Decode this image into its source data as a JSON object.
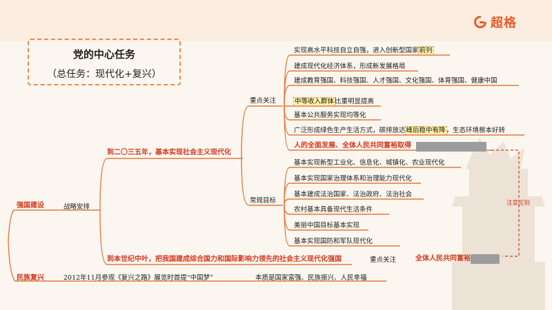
{
  "brand": {
    "name": "超格",
    "color": "#e85b28"
  },
  "title": {
    "main": "党的中心任务",
    "sub": "（总任务：现代化+复兴）"
  },
  "root": {
    "qiangguo": "强国建设",
    "zhanlue": "战略安排",
    "minzu": "民族复兴"
  },
  "branch_2035": {
    "label": "到二〇三五年，基本实现社会主义现代化",
    "focus_label": "重点关注",
    "focus_items": [
      {
        "pre": "实现高水平科技自立自强，进入创新型国家",
        "hl": "前列",
        "post": ""
      },
      {
        "pre": "建成现代化经济体系，形成新发展格局",
        "hl": "",
        "post": ""
      },
      {
        "pre": "建成教育强国、科技强国、人才强国、文化强国、体育强国、健康中国",
        "hl": "",
        "post": ""
      },
      {
        "pre": "",
        "hl": "中等收入群体",
        "post": "比重明显提高"
      },
      {
        "pre": "基本公共服务实现均等化",
        "hl": "",
        "post": ""
      },
      {
        "pre": "广泛形成绿色生产生活方式，碳排放达",
        "hl": "峰后稳中有降",
        "post": "，生态环境根本好转"
      }
    ],
    "focus_red": "人的全面发展、全体人民共同富裕取得",
    "regular_label": "常规目标",
    "regular_items": [
      "基本实现新型工业化、信息化、城镇化、农业现代化",
      "基本实现国家治理体系和治理能力现代化",
      "基本建成法治国家、法治政府、法治社会",
      "农村基本具备现代生活条件",
      "美丽中国目标基本实现",
      "基本实现国防和军队现代化"
    ]
  },
  "branch_century": {
    "label": "到本世纪中叶，把我国建成综合国力和国际影响力领先的社会主义现代化强国",
    "focus_label": "重点关注",
    "focus_red": "全体人民共同富裕"
  },
  "note": "注意区别",
  "fuxing": {
    "event": "2012年11月参观《复兴之路》展览时首提“中国梦”",
    "essence": "本质是国家富强、民族振兴、人民幸福"
  },
  "colors": {
    "line": "#e07a3e",
    "red": "#d23a22",
    "mask": "#9c9c9c"
  }
}
